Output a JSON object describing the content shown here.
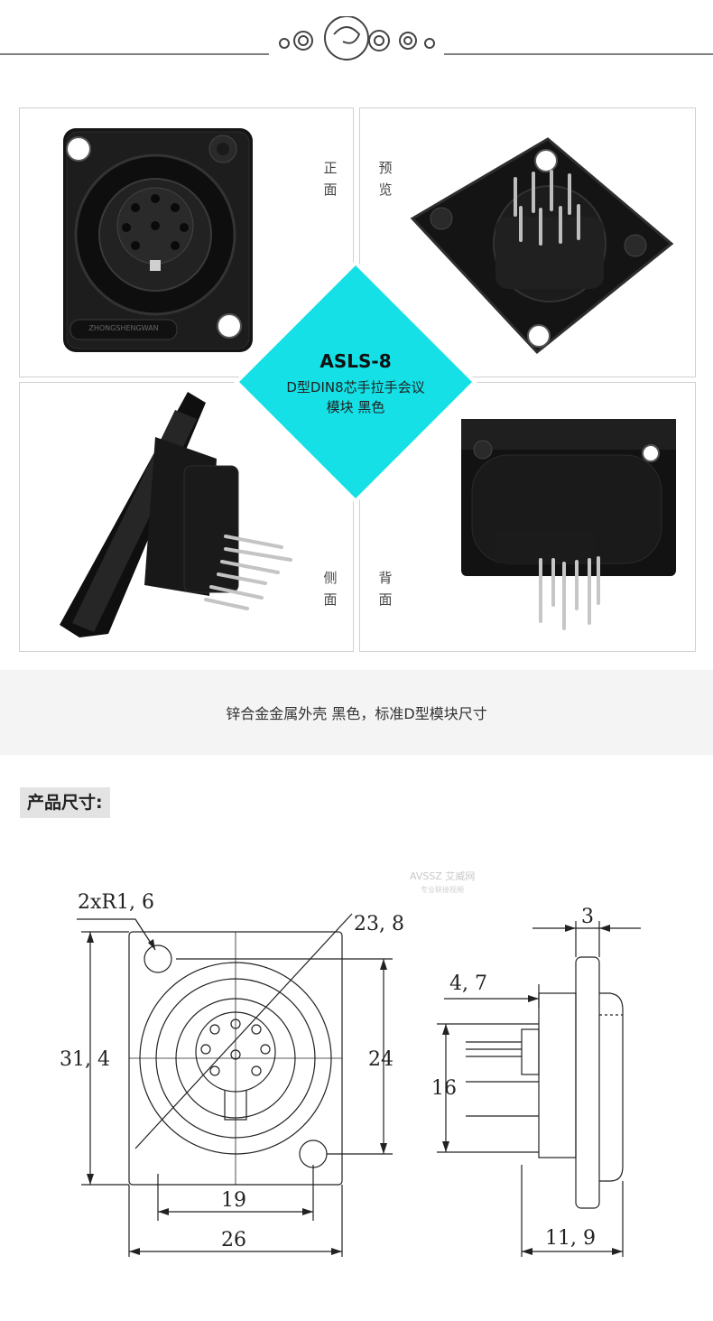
{
  "header": {
    "ornament": "decorative-swirl"
  },
  "views": {
    "front": "正面",
    "preview": "预览",
    "side": "侧面",
    "back": "背面"
  },
  "product": {
    "model": "ASLS-8",
    "desc_line1": "D型DIN8芯手拉手会议",
    "desc_line2": "模块 黑色",
    "accent_color": "#14e0e6"
  },
  "brand_emboss": "ZHONGSHENGWAN",
  "feature": "锌合金金属外壳 黑色，标准D型模块尺寸",
  "size_section": {
    "title": "产品尺寸:"
  },
  "watermark": {
    "logo": "AVSSZ",
    "brand": "艾威网",
    "tagline": "专业联接视频"
  },
  "dimensions": {
    "hole_radius": "2xR1, 6",
    "circle_dia": "23, 8",
    "height": "31, 4",
    "hole_pitch_v": "24",
    "hole_pitch_h": "19",
    "width": "26",
    "flange_thick": "3",
    "face_depth": "4, 7",
    "body_dia": "16",
    "total_depth": "11, 9"
  }
}
